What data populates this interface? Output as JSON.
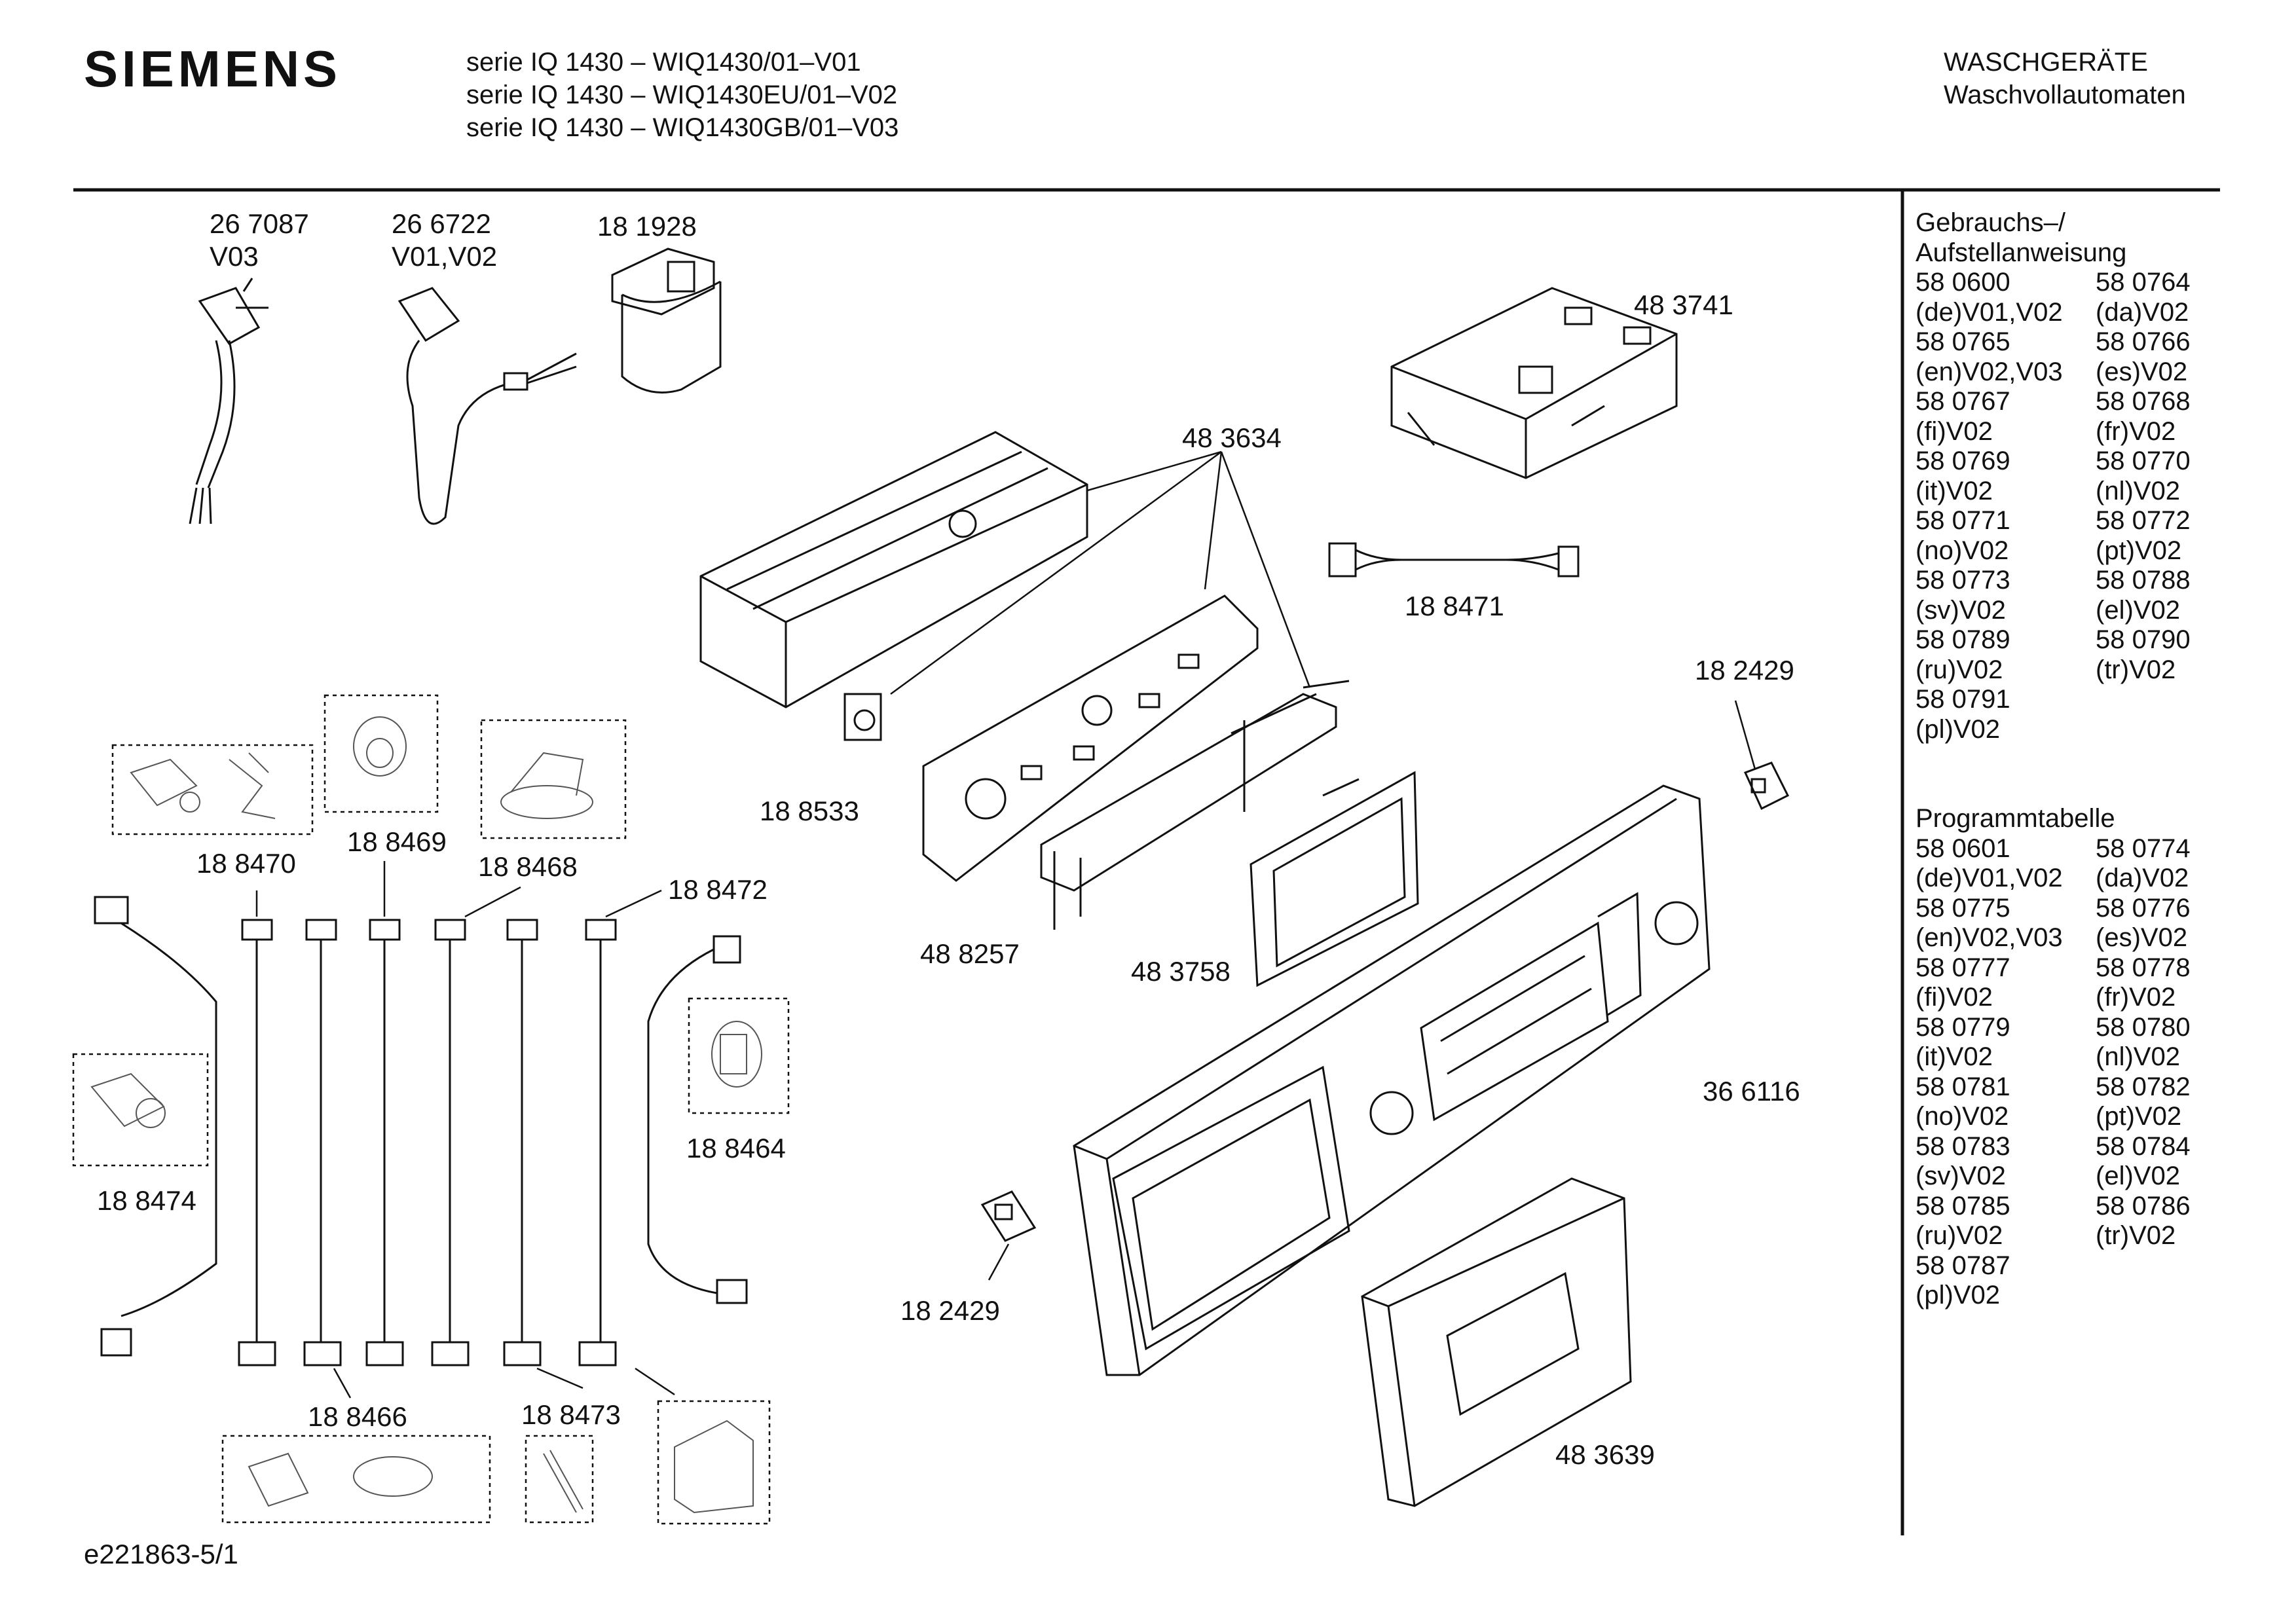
{
  "header": {
    "brand": "SIEMENS",
    "models": [
      "serie IQ 1430 – WIQ1430/01–V01",
      "serie IQ 1430 – WIQ1430EU/01–V02",
      "serie IQ 1430 – WIQ1430GB/01–V03"
    ],
    "category": "WASCHGERÄTE",
    "subcategory": "Waschvollautomaten"
  },
  "part_labels": {
    "p267087": "26 7087",
    "p267087_var": "V03",
    "p266722": "26 6722",
    "p266722_var": "V01,V02",
    "p181928": "18 1928",
    "p483741": "48 3741",
    "p483634": "48 3634",
    "p188471": "18 8471",
    "p182429a": "18 2429",
    "p188533": "18 8533",
    "p188470": "18 8470",
    "p188469": "18 8469",
    "p188468": "18 8468",
    "p188472": "18 8472",
    "p488257": "48 8257",
    "p483758": "48 3758",
    "p366116": "36 6116",
    "p188464": "18 8464",
    "p188474": "18 8474",
    "p182429b": "18 2429",
    "p188466": "18 8466",
    "p188473": "18 8473",
    "p483639": "48 3639"
  },
  "sidebar": {
    "manual_title_1": "Gebrauchs–/",
    "manual_title_2": "Aufstellanweisung",
    "manual_rows": [
      [
        "58 0600",
        "58 0764"
      ],
      [
        "(de)V01,V02",
        "(da)V02"
      ],
      [
        "58 0765",
        "58 0766"
      ],
      [
        "(en)V02,V03",
        "(es)V02"
      ],
      [
        "58 0767",
        "58 0768"
      ],
      [
        "(fi)V02",
        "(fr)V02"
      ],
      [
        "58 0769",
        "58 0770"
      ],
      [
        "(it)V02",
        "(nl)V02"
      ],
      [
        "58 0771",
        "58 0772"
      ],
      [
        "(no)V02",
        "(pt)V02"
      ],
      [
        "58 0773",
        "58 0788"
      ],
      [
        "(sv)V02",
        "(el)V02"
      ],
      [
        "58 0789",
        "58 0790"
      ],
      [
        "(ru)V02",
        "(tr)V02"
      ],
      [
        "58 0791",
        ""
      ],
      [
        "(pl)V02",
        ""
      ]
    ],
    "program_title": "Programmtabelle",
    "program_rows": [
      [
        "58 0601",
        "58 0774"
      ],
      [
        "(de)V01,V02",
        "(da)V02"
      ],
      [
        "58 0775",
        "58 0776"
      ],
      [
        "(en)V02,V03",
        "(es)V02"
      ],
      [
        "58 0777",
        "58 0778"
      ],
      [
        "(fi)V02",
        "(fr)V02"
      ],
      [
        "58 0779",
        "58 0780"
      ],
      [
        "(it)V02",
        "(nl)V02"
      ],
      [
        "58 0781",
        "58 0782"
      ],
      [
        "(no)V02",
        "(pt)V02"
      ],
      [
        "58 0783",
        "58 0784"
      ],
      [
        "(sv)V02",
        "(el)V02"
      ],
      [
        "58 0785",
        "58 0786"
      ],
      [
        "(ru)V02",
        "(tr)V02"
      ],
      [
        "58 0787",
        ""
      ],
      [
        "(pl)V02",
        ""
      ]
    ]
  },
  "footer": {
    "doc_id": "e221863-5/1"
  }
}
